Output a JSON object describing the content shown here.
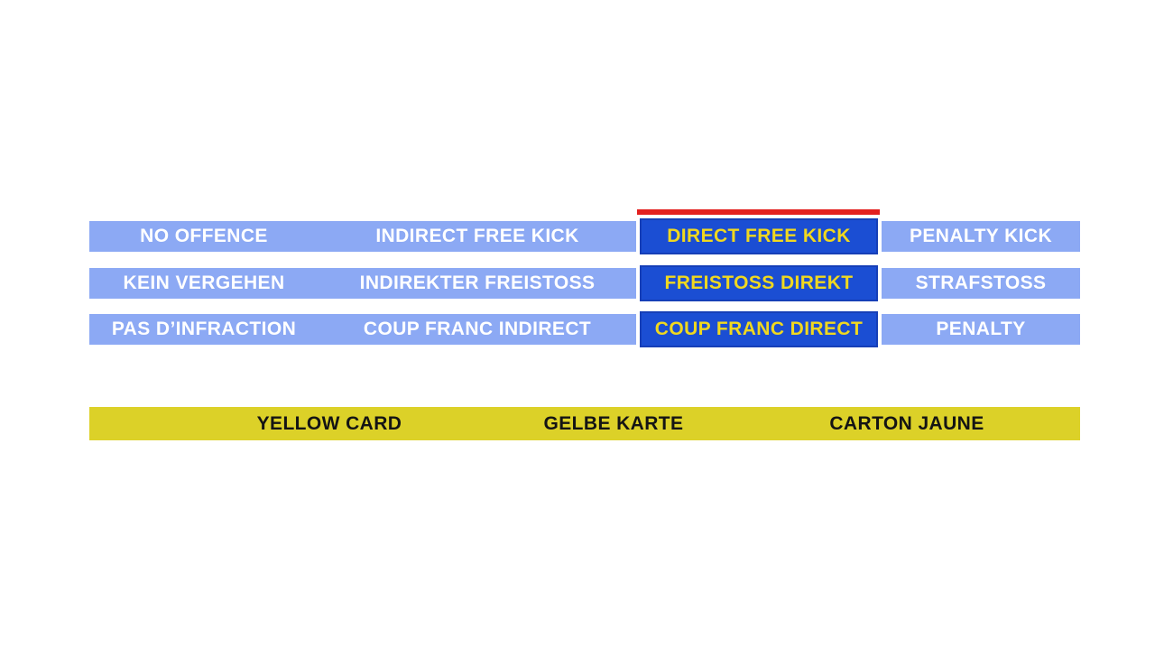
{
  "colors": {
    "background": "#FFFFFF",
    "option_cell_blue": "#8CA9F4",
    "option_text_white": "#FFFFFF",
    "selected_cell_blue": "#1B4ED3",
    "selected_text_yellow": "#F0D81F",
    "selected_marker_red": "#E3201F",
    "sanction_bar_yellow": "#DCD128",
    "sanction_text_black": "#141414"
  },
  "decision_table": {
    "selected_option": "DIRECT FREE KICK",
    "highlighted_column_index": 2,
    "rows": [
      {
        "cells": [
          "NO OFFENCE",
          "INDIRECT FREE KICK",
          "DIRECT FREE KICK",
          "PENALTY KICK"
        ]
      },
      {
        "cells": [
          "KEIN VERGEHEN",
          "INDIREKTER FREISTOSS",
          "FREISTOSS DIREKT",
          "STRAFSTOSS"
        ]
      },
      {
        "cells": [
          "PAS D’INFRACTION",
          "COUP FRANC INDIRECT",
          "COUP FRANC DIRECT",
          "PENALTY"
        ]
      }
    ]
  },
  "sanction_bar": {
    "labels": [
      "YELLOW CARD",
      "GELBE KARTE",
      "CARTON JAUNE"
    ]
  }
}
